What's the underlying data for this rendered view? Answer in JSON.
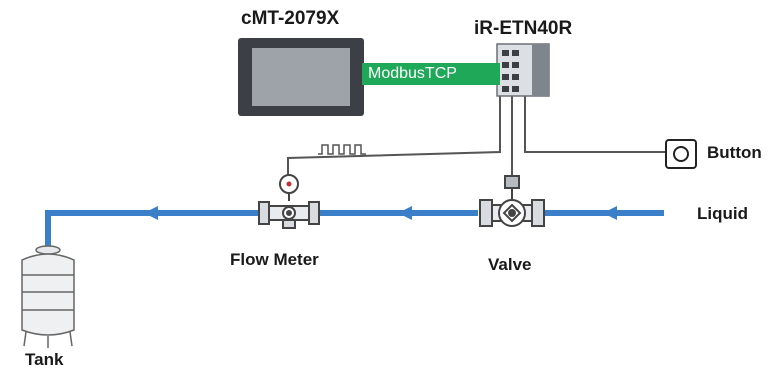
{
  "labels": {
    "hmi": "cMT-2079X",
    "switch": "iR-ETN40R",
    "protocol": "ModbusTCP",
    "button": "Button",
    "liquid": "Liquid",
    "valve": "Valve",
    "flow_meter": "Flow Meter",
    "tank": "Tank"
  },
  "colors": {
    "pipe": "#3a7fc8",
    "protocol_bar": "#1ea857",
    "wire": "#555555",
    "device_dark": "#3c4046",
    "screen": "#9ea3a9"
  },
  "icons": [
    "hmi-screen-icon",
    "switch-module-icon",
    "push-button-icon",
    "valve-icon",
    "flow-meter-icon",
    "tank-icon",
    "pulse-signal-icon"
  ]
}
